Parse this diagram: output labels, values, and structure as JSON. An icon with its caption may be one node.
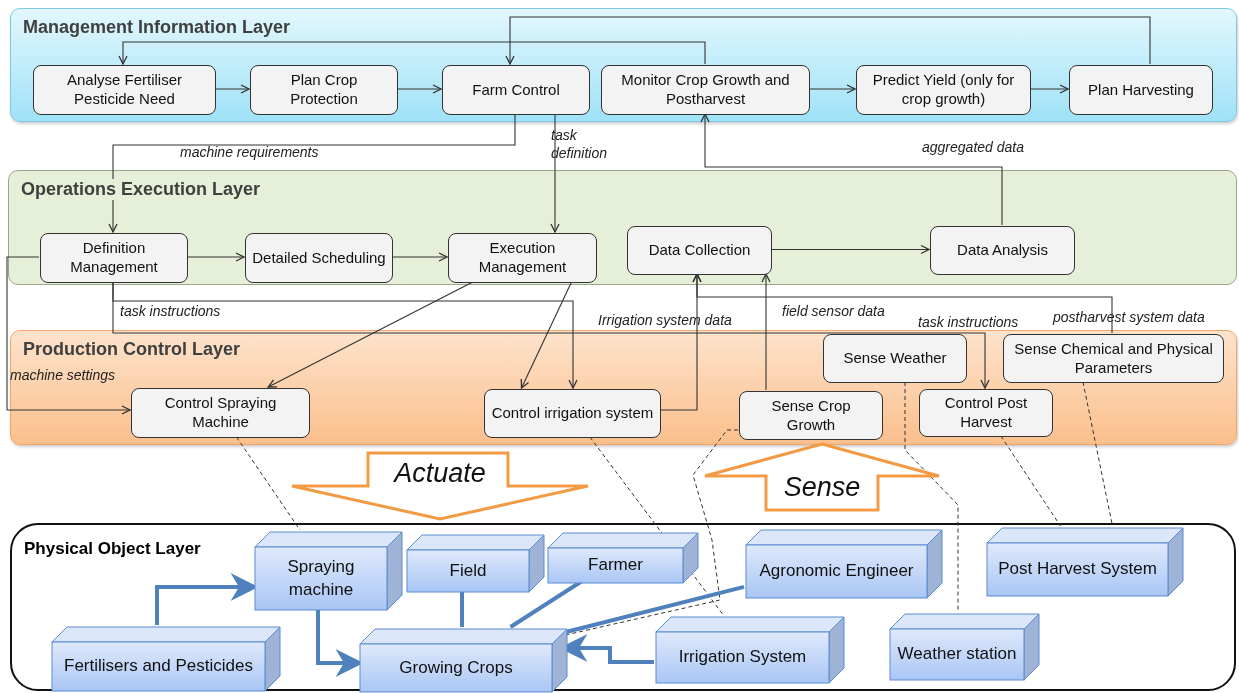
{
  "diagram": {
    "nodes": [
      {
        "text": [
          "Management Information Layer"
        ]
      },
      {
        "text": [
          "Analyse Fertiliser Pesticide Need"
        ],
        "in": 0
      },
      {
        "text": [
          "Plan Crop Protection"
        ],
        "in": 0
      },
      {
        "text": [
          "Farm Control"
        ],
        "in": 0
      },
      {
        "text": [
          "Monitor Crop Growth and Postharvest"
        ],
        "in": 0
      },
      {
        "text": [
          "Predict Yield (only for crop growth)"
        ],
        "in": 0
      },
      {
        "text": [
          "Plan Harvesting"
        ],
        "in": 0
      },
      {
        "text": [
          "Operations Execution Layer"
        ]
      },
      {
        "text": [
          "Definition Management"
        ],
        "in": 7
      },
      {
        "text": [
          "Detailed Scheduling"
        ],
        "in": 7
      },
      {
        "text": [
          "Execution Management"
        ],
        "in": 7
      },
      {
        "text": [
          "Data Collection"
        ],
        "in": 7
      },
      {
        "text": [
          "Data Analysis"
        ],
        "in": 7
      },
      {
        "text": [
          "Production Control Layer"
        ]
      },
      {
        "text": [
          "Control Spraying Machine"
        ],
        "in": 13
      },
      {
        "text": [
          "Control irrigation system"
        ],
        "in": 13
      },
      {
        "text": [
          "Sense Crop Growth"
        ],
        "in": 13
      },
      {
        "text": [
          "Sense Weather"
        ],
        "in": 13
      },
      {
        "text": [
          "Control Post Harvest"
        ],
        "in": 13
      },
      {
        "text": [
          "Sense Chemical and Physical Parameters"
        ],
        "in": 13
      },
      {
        "text": [
          "Actuate"
        ]
      },
      {
        "text": [
          "Sense"
        ]
      },
      {
        "text": [
          "Physical Object Layer"
        ]
      },
      {
        "text": [
          "Spraying machine"
        ],
        "in": 22
      },
      {
        "text": [
          "Field"
        ],
        "in": 22
      },
      {
        "text": [
          "Farmer"
        ],
        "in": 22
      },
      {
        "text": [
          "Agronomic Engineer"
        ],
        "in": 22
      },
      {
        "text": [
          "Post Harvest System"
        ],
        "in": 22
      },
      {
        "text": [
          "Fertilisers and Pesticides"
        ],
        "in": 22
      },
      {
        "text": [
          "Growing Crops"
        ],
        "in": 22
      },
      {
        "text": [
          "Irrigation System"
        ],
        "in": 22
      },
      {
        "text": [
          "Weather station"
        ],
        "in": 22
      }
    ],
    "edges": [
      {
        "from": 1,
        "to": 2,
        "arrow": "to"
      },
      {
        "from": 2,
        "to": 3,
        "arrow": "to"
      },
      {
        "from": 4,
        "to": 5,
        "arrow": "to"
      },
      {
        "from": 5,
        "to": 6,
        "arrow": "to"
      },
      {
        "from": 4,
        "to": 1,
        "arrow": "to"
      },
      {
        "from": 6,
        "to": 3,
        "arrow": "to"
      },
      {
        "from": 3,
        "to": 8,
        "arrow": "to",
        "label": "machine requirements"
      },
      {
        "from": 3,
        "to": 10,
        "arrow": "to",
        "label": "task definition"
      },
      {
        "from": 8,
        "to": 9,
        "arrow": "to"
      },
      {
        "from": 9,
        "to": 10,
        "arrow": "to"
      },
      {
        "from": 11,
        "to": 12,
        "arrow": "to"
      },
      {
        "from": 12,
        "to": 4,
        "arrow": "to",
        "label": "aggregated data"
      },
      {
        "from": 8,
        "to": 14,
        "arrow": "to",
        "label": "machine settings"
      },
      {
        "from": 8,
        "to": 15,
        "arrow": "to",
        "label": "task instructions"
      },
      {
        "from": 8,
        "to": 18,
        "arrow": "to",
        "label": "task instructions"
      },
      {
        "from": 10,
        "to": 14,
        "arrow": "to"
      },
      {
        "from": 10,
        "to": 15,
        "arrow": "to"
      },
      {
        "from": 15,
        "to": 11,
        "arrow": "to",
        "label": "Irrigation system data"
      },
      {
        "from": 16,
        "to": 11,
        "arrow": "to",
        "label": "field sensor data"
      },
      {
        "from": 19,
        "to": 11,
        "arrow": "to",
        "label": "postharvest system data"
      },
      {
        "from": 14,
        "to": 23,
        "arrow": "none",
        "style": "dashed"
      },
      {
        "from": 15,
        "to": 30,
        "arrow": "none",
        "style": "dashed"
      },
      {
        "from": 16,
        "to": 29,
        "arrow": "none",
        "style": "dashed"
      },
      {
        "from": 17,
        "to": 31,
        "arrow": "none",
        "style": "dashed"
      },
      {
        "from": 18,
        "to": 27,
        "arrow": "none",
        "style": "dashed"
      },
      {
        "from": 19,
        "to": 27,
        "arrow": "none",
        "style": "dashed"
      },
      {
        "from": 28,
        "to": 23,
        "arrow": "to",
        "style": "thick",
        "color": "#4f81bd"
      },
      {
        "from": 23,
        "to": 29,
        "arrow": "to",
        "style": "thick",
        "color": "#4f81bd"
      },
      {
        "from": 24,
        "to": 29,
        "arrow": "none",
        "style": "thick",
        "color": "#4f81bd"
      },
      {
        "from": 25,
        "to": 29,
        "arrow": "none",
        "style": "thick",
        "color": "#4f81bd"
      },
      {
        "from": 26,
        "to": 29,
        "arrow": "none",
        "style": "thick",
        "color": "#4f81bd"
      },
      {
        "from": 30,
        "to": 29,
        "arrow": "to",
        "style": "thick",
        "color": "#4f81bd"
      }
    ]
  }
}
